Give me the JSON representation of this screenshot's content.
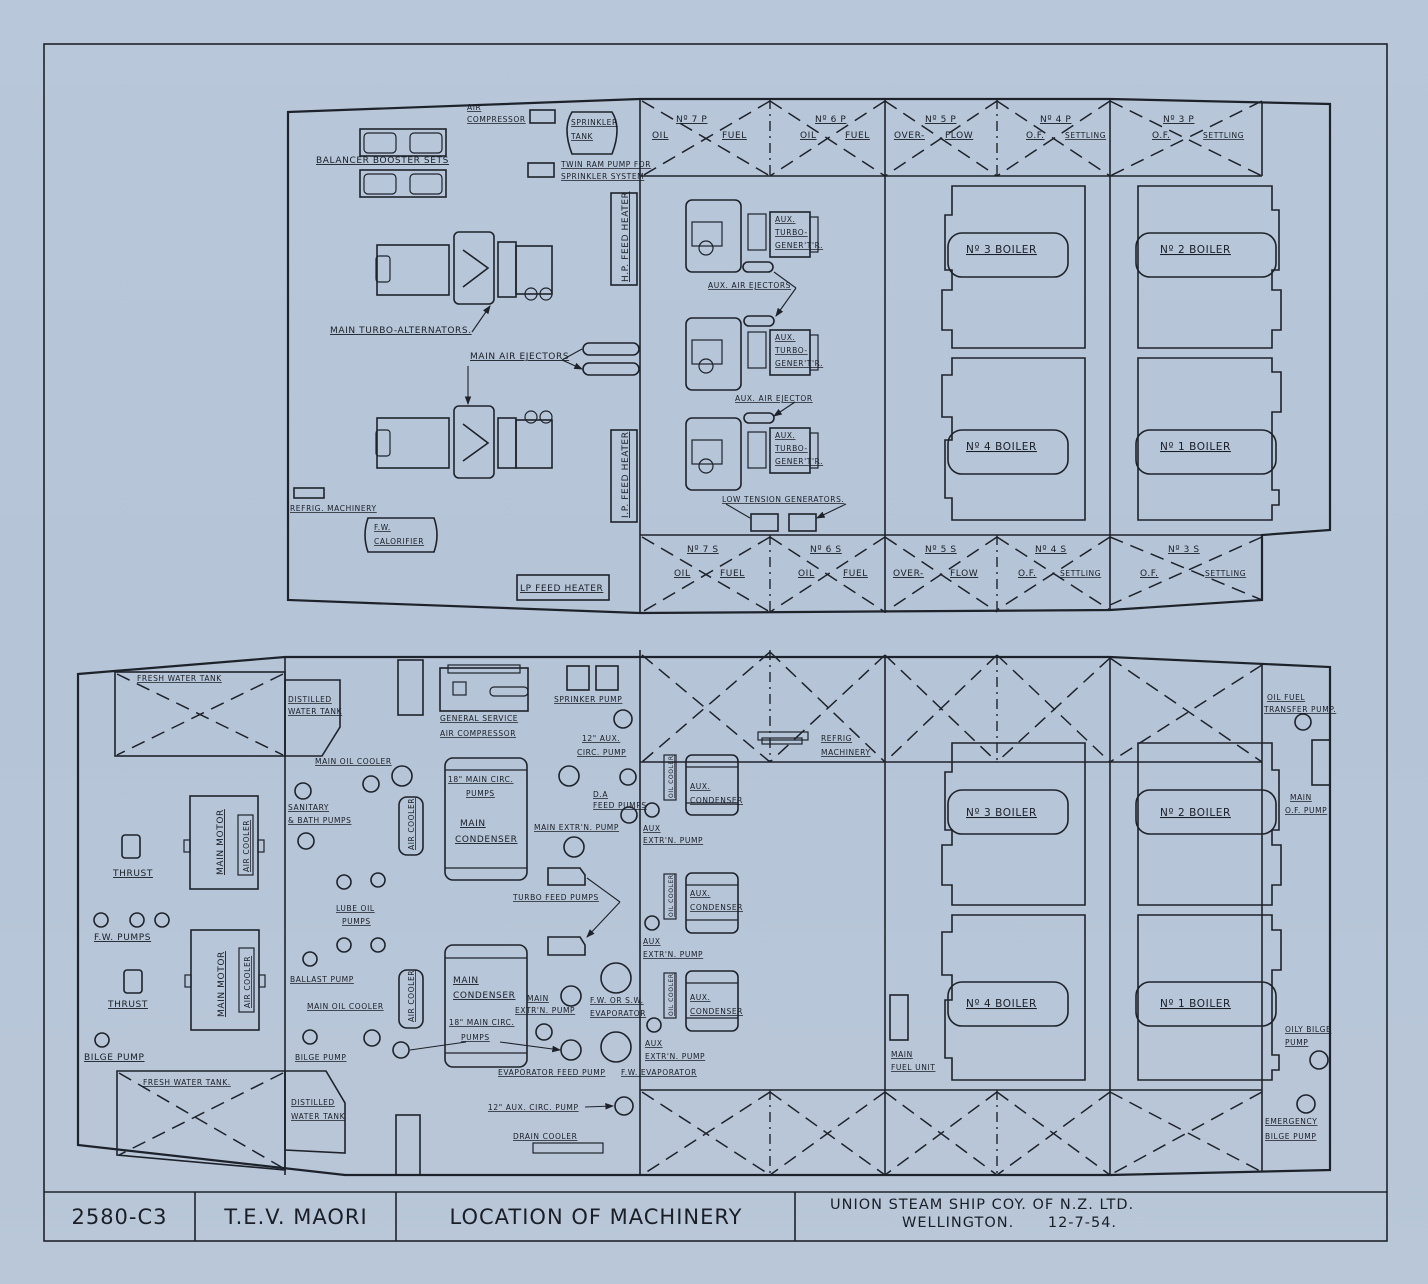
{
  "title_block": {
    "drawing_number": "2580-C3",
    "vessel": "T.E.V. MAORI",
    "title": "LOCATION OF MACHINERY",
    "company_line1": "UNION STEAM SHIP COY. OF N.Z. LTD.",
    "company_line2": "WELLINGTON.",
    "date": "12-7-54."
  },
  "upper_deck": {
    "port_tanks": [
      {
        "no": "Nº 7 P",
        "left": "OIL",
        "right": "FUEL"
      },
      {
        "no": "Nº 6 P",
        "left": "OIL",
        "right": "FUEL"
      },
      {
        "no": "Nº 5 P",
        "left": "OVER-",
        "right": "FLOW"
      },
      {
        "no": "Nº 4 P",
        "left": "O.F.",
        "right": "SETTLING"
      },
      {
        "no": "Nº 3 P",
        "left": "O.F.",
        "right": "SETTLING"
      }
    ],
    "starboard_tanks": [
      {
        "no": "Nº 7 S",
        "left": "OIL",
        "right": "FUEL"
      },
      {
        "no": "Nº 6 S",
        "left": "OIL",
        "right": "FUEL"
      },
      {
        "no": "Nº 5 S",
        "left": "OVER-",
        "right": "FLOW"
      },
      {
        "no": "Nº 4 S",
        "left": "O.F.",
        "right": "SETTLING"
      },
      {
        "no": "Nº 3 S",
        "left": "O.F.",
        "right": "SETTLING"
      }
    ],
    "boilers": [
      "Nº 3 BOILER",
      "Nº 2 BOILER",
      "Nº 4 BOILER",
      "Nº 1 BOILER"
    ],
    "labels": {
      "air_compressor_1": "AIR",
      "air_compressor_2": "COMPRESSOR",
      "sprinkler_tank_1": "SPRINKLER",
      "sprinkler_tank_2": "TANK",
      "balancer": "BALANCER BOOSTER SETS",
      "twin_ram_1": "TWIN RAM PUMP FOR",
      "twin_ram_2": "SPRINKLER SYSTEM",
      "hp_feed_heater": "H.P. FEED HEATER",
      "ip_feed_heater": "I.P. FEED HEATER",
      "lp_feed_heater": "LP FEED HEATER",
      "main_turbo_alternators": "MAIN TURBO-ALTERNATORS.",
      "main_air_ejectors": "MAIN AIR EJECTORS",
      "refrig_machinery": "REFRIG. MACHINERY",
      "fw_calorifier_1": "F.W.",
      "fw_calorifier_2": "CALORIFIER",
      "aux_turbo_1": "AUX.",
      "aux_turbo_2": "TURBO-",
      "aux_turbo_3": "GENER'T'R.",
      "aux_air_ejectors": "AUX. AIR EJECTORS",
      "aux_air_ejector": "AUX. AIR EJECTOR",
      "low_tension_generators": "LOW TENSION GENERATORS."
    }
  },
  "lower_deck": {
    "boilers": [
      "Nº 3 BOILER",
      "Nº 2 BOILER",
      "Nº 4 BOILER",
      "Nº 1 BOILER"
    ],
    "labels": {
      "fresh_water_tank": "FRESH WATER TANK",
      "fresh_water_tank_2": "FRESH WATER TANK.",
      "distilled_1": "DISTILLED",
      "distilled_2": "WATER TANK",
      "thrust": "THRUST",
      "main_motor": "MAIN MOTOR",
      "air_cooler": "AIR COOLER",
      "fw_pumps": "F.W. PUMPS",
      "bilge_pump": "BILGE PUMP",
      "main_oil_cooler": "MAIN OIL COOLER",
      "sanitary_1": "SANITARY",
      "sanitary_2": "& BATH PUMPS",
      "lube_oil_1": "LUBE OIL",
      "lube_oil_2": "PUMPS",
      "ballast_pump": "BALLAST PUMP",
      "gen_service_1": "GENERAL SERVICE",
      "gen_service_2": "AIR COMPRESSOR",
      "sprinkler_pump": "SPRINKER PUMP",
      "aux_circ_1": "12\" AUX.",
      "aux_circ_2": "CIRC. PUMP",
      "main_circ_1": "18\" MAIN CIRC.",
      "main_circ_2": "PUMPS",
      "main_condenser_1": "MAIN",
      "main_condenser_2": "CONDENSER",
      "da_1": "D.A",
      "da_2": "FEED PUMPS",
      "main_extr": "MAIN EXTR'N. PUMP",
      "main_extr_1": "MAIN",
      "main_extr_2": "EXTR'N. PUMP",
      "turbo_feed": "TURBO FEED PUMPS",
      "oil_cooler": "OIL COOLER",
      "aux_condenser_1": "AUX.",
      "aux_condenser_2": "CONDENSER",
      "aux_extr_1": "AUX",
      "aux_extr_2": "EXTR'N. PUMP",
      "fw_sw_evap_1": "F.W. OR S.W.",
      "fw_sw_evap_2": "EVAPORATOR",
      "evap_feed": "EVAPORATOR FEED PUMP",
      "fw_evap": "F.W. EVAPORATOR",
      "aux_circ_lower": "12\" AUX. CIRC. PUMP",
      "drain_cooler": "DRAIN COOLER",
      "refrig_1": "REFRIG",
      "refrig_2": "MACHINERY",
      "main_fuel_1": "MAIN",
      "main_fuel_2": "FUEL UNIT",
      "oil_fuel_transfer_1": "OIL FUEL",
      "oil_fuel_transfer_2": "TRANSFER PUMP.",
      "main_of_1": "MAIN",
      "main_of_2": "O.F. PUMP",
      "oily_bilge_1": "OILY BILGE",
      "oily_bilge_2": "PUMP",
      "emergency_1": "EMERGENCY",
      "emergency_2": "BILGE PUMP"
    }
  },
  "colors": {
    "paper": "#b8c7d9",
    "ink": "#1e232b"
  }
}
